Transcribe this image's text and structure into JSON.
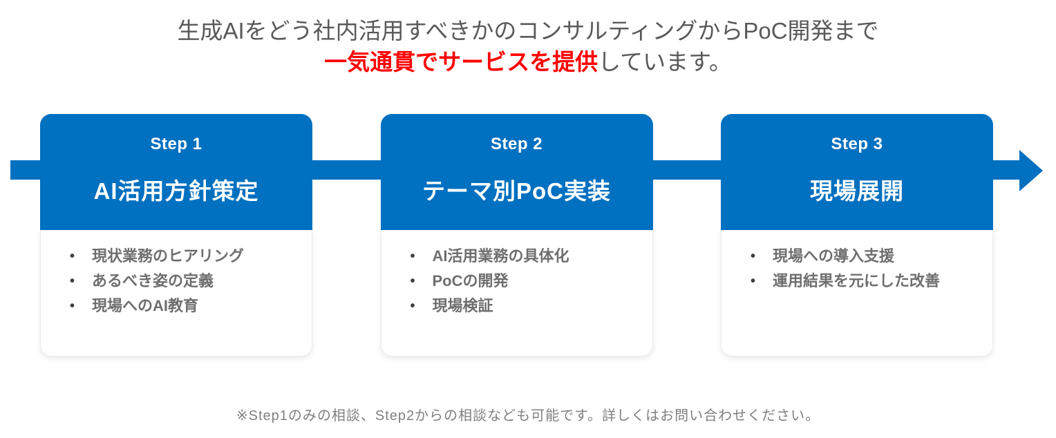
{
  "title": {
    "line1": "生成AIをどう社内活用すべきかのコンサルティングからPoC開発まで",
    "line2_highlight": "一気通貫でサービスを提供",
    "line2_rest": "しています。"
  },
  "colors": {
    "primary_blue": "#0070C0",
    "highlight_red": "#FF0000",
    "title_gray": "#595959",
    "bullet_gray": "#6E6E6E",
    "footnote_gray": "#7F7F7F"
  },
  "icons": {
    "process_arrow": "right-arrow"
  },
  "steps": [
    {
      "label": "Step 1",
      "title": "AI活用方針策定",
      "bullets": [
        "現状業務のヒアリング",
        "あるべき姿の定義",
        "現場へのAI教育"
      ]
    },
    {
      "label": "Step 2",
      "title": "テーマ別PoC実装",
      "bullets": [
        "AI活用業務の具体化",
        "PoCの開発",
        "現場検証"
      ]
    },
    {
      "label": "Step 3",
      "title": "現場展開",
      "bullets": [
        "現場への導入支援",
        "運用結果を元にした改善"
      ]
    }
  ],
  "bullet_glyph": "•",
  "footnote": "※Step1のみの相談、Step2からの相談なども可能です。詳しくはお問い合わせください。"
}
